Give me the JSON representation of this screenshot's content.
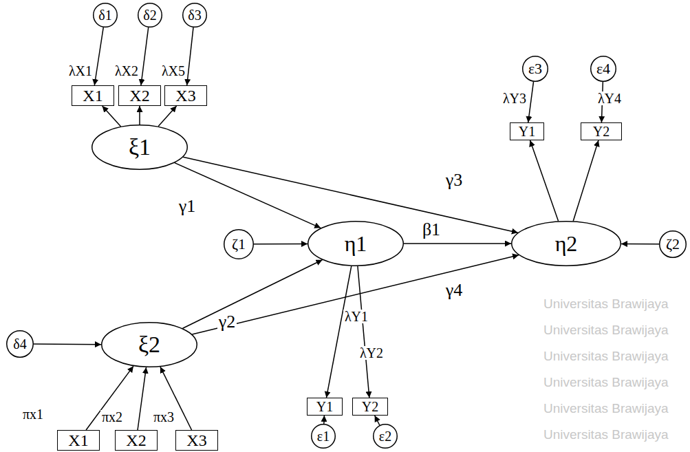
{
  "diagram": {
    "nodes": [
      {
        "text": [
          "δ1"
        ]
      },
      {
        "text": [
          "δ2"
        ]
      },
      {
        "text": [
          "δ3"
        ]
      },
      {
        "text": [
          "ε3"
        ]
      },
      {
        "text": [
          "ε4"
        ]
      },
      {
        "text": [
          "X1"
        ]
      },
      {
        "text": [
          "X2"
        ]
      },
      {
        "text": [
          "X3"
        ]
      },
      {
        "text": [
          "Y1"
        ]
      },
      {
        "text": [
          "Y2"
        ]
      },
      {
        "text": [
          "ξ1"
        ]
      },
      {
        "text": [
          "ζ1"
        ]
      },
      {
        "text": [
          "η1"
        ]
      },
      {
        "text": [
          "η2"
        ]
      },
      {
        "text": [
          "ζ2"
        ]
      },
      {
        "text": [
          "ξ2"
        ]
      },
      {
        "text": [
          "δ4"
        ]
      },
      {
        "text": [
          "Y1"
        ]
      },
      {
        "text": [
          "Y2"
        ]
      },
      {
        "text": [
          "X1"
        ]
      },
      {
        "text": [
          "X2"
        ]
      },
      {
        "text": [
          "X3"
        ]
      },
      {
        "text": [
          "ε1"
        ]
      },
      {
        "text": [
          "ε2"
        ]
      }
    ],
    "edges": [
      {
        "from": 0,
        "to": 5,
        "arrow": "to",
        "label": "λX1"
      },
      {
        "from": 1,
        "to": 6,
        "arrow": "to",
        "label": "λX2"
      },
      {
        "from": 2,
        "to": 7,
        "arrow": "to",
        "label": "λX5"
      },
      {
        "from": 10,
        "to": 5,
        "arrow": "to"
      },
      {
        "from": 10,
        "to": 6,
        "arrow": "to"
      },
      {
        "from": 10,
        "to": 7,
        "arrow": "to"
      },
      {
        "from": 3,
        "to": 8,
        "arrow": "to",
        "label": "λY3"
      },
      {
        "from": 4,
        "to": 9,
        "arrow": "to",
        "label": "λY4"
      },
      {
        "from": 13,
        "to": 8,
        "arrow": "to"
      },
      {
        "from": 13,
        "to": 9,
        "arrow": "to"
      },
      {
        "from": 10,
        "to": 12,
        "arrow": "to",
        "label": "γ1"
      },
      {
        "from": 10,
        "to": 13,
        "arrow": "to",
        "label": "γ3"
      },
      {
        "from": 11,
        "to": 12,
        "arrow": "to"
      },
      {
        "from": 12,
        "to": 13,
        "arrow": "to",
        "label": "β1"
      },
      {
        "from": 14,
        "to": 13,
        "arrow": "to"
      },
      {
        "from": 15,
        "to": 12,
        "arrow": "to",
        "label": "γ2"
      },
      {
        "from": 15,
        "to": 13,
        "arrow": "to",
        "label": "γ4"
      },
      {
        "from": 12,
        "to": 17,
        "arrow": "to",
        "label": "λY1"
      },
      {
        "from": 12,
        "to": 18,
        "arrow": "to",
        "label": "λY2"
      },
      {
        "from": 22,
        "to": 17,
        "arrow": "to"
      },
      {
        "from": 23,
        "to": 18,
        "arrow": "to"
      },
      {
        "from": 16,
        "to": 15,
        "arrow": "to"
      },
      {
        "from": 19,
        "to": 15,
        "arrow": "to",
        "label": "πx1"
      },
      {
        "from": 20,
        "to": 15,
        "arrow": "to",
        "label": "πx2"
      },
      {
        "from": 21,
        "to": 15,
        "arrow": "to",
        "label": "πx3"
      }
    ],
    "labels": [
      "Universitas Brawijaya",
      "Universitas Brawijaya",
      "Universitas Brawijaya",
      "Universitas Brawijaya",
      "Universitas Brawijaya",
      "Universitas Brawijaya"
    ]
  }
}
